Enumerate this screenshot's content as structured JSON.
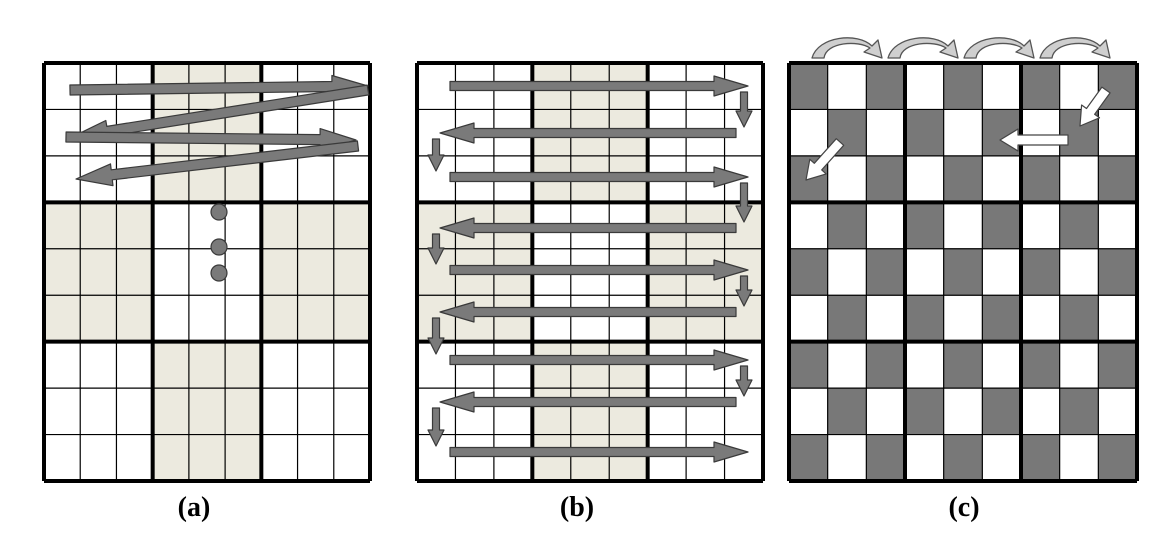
{
  "panels": [
    {
      "id": "a",
      "caption": "(a)",
      "shading": "column-band-and-row-band",
      "overlay": "zigzag-arrows-and-dots"
    },
    {
      "id": "b",
      "caption": "(b)",
      "shading": "center-column-and-side-blocks",
      "overlay": "serpentine-arrows"
    },
    {
      "id": "c",
      "caption": "(c)",
      "shading": "checkerboard",
      "overlay": "block-move-arrows"
    }
  ],
  "grid": {
    "rows": 9,
    "cols": 9,
    "block": 3
  },
  "colors": {
    "line": "#000000",
    "shade": "#ECEADF",
    "arrow_fill": "#7A7A7A",
    "arrow_stroke": "#3A3A3A",
    "checker_dark": "#787878",
    "checker_light": "#FFFFFF",
    "top_arrow_fill": "#CFCFCF"
  }
}
